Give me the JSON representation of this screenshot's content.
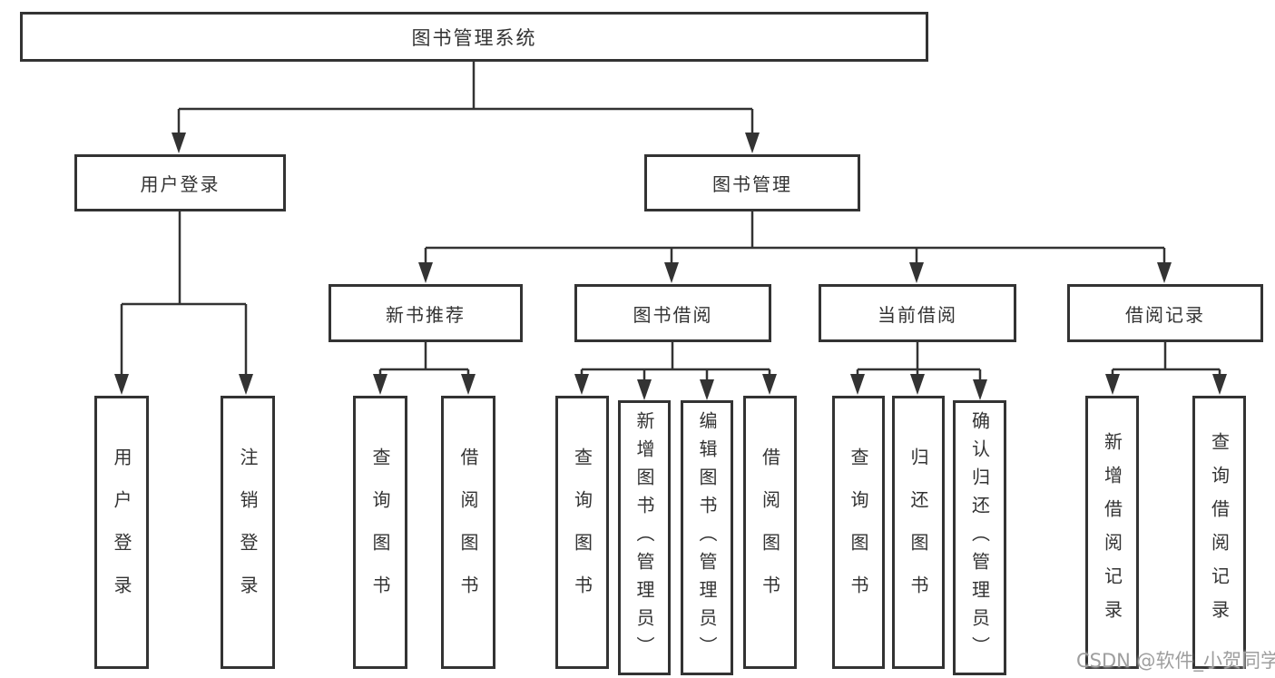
{
  "title_node": "图书管理系统",
  "level2": {
    "user_login": "用户登录",
    "book_management": "图书管理"
  },
  "level3": {
    "new_book_recommend": "新书推荐",
    "book_borrowing": "图书借阅",
    "current_borrowing": "当前借阅",
    "borrowing_records": "借阅记录"
  },
  "leaves": {
    "user_login": [
      "用户登录",
      "注销登录"
    ],
    "new_book_recommend": [
      "查询图书",
      "借阅图书"
    ],
    "book_borrowing": [
      "查询图书",
      "新增图书（管理员）",
      "编辑图书（管理员）",
      "借阅图书"
    ],
    "current_borrowing": [
      "查询图书",
      "归还图书",
      "确认归还（管理员）"
    ],
    "borrowing_records": [
      "新增借阅记录",
      "查询借阅记录"
    ]
  },
  "watermark": "CSDN @软件_小贺同学",
  "colors": {
    "line": "#333333",
    "text": "#333333",
    "box_background": "#ffffff",
    "watermark": "#9e9e9e"
  }
}
